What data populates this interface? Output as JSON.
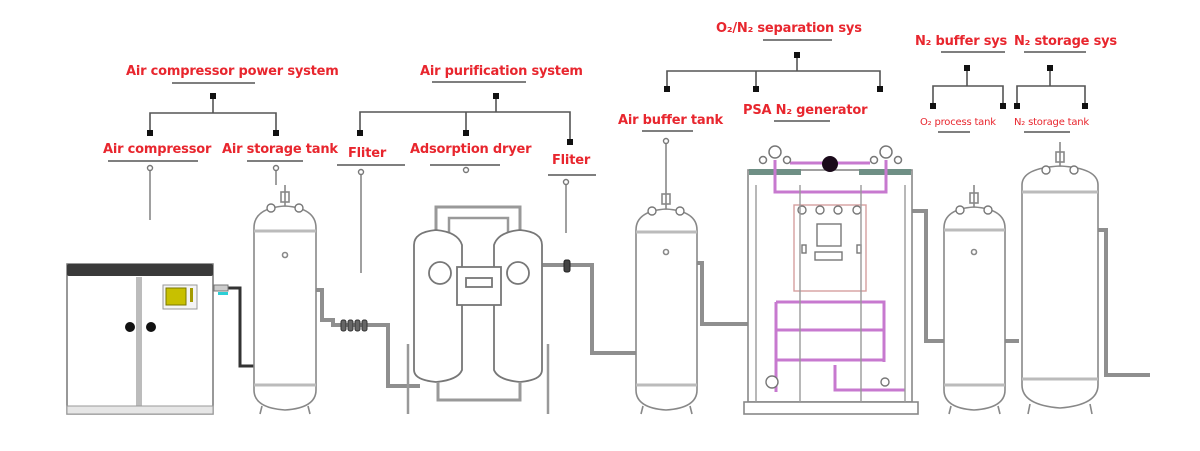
{
  "diagram": {
    "title": "Nitrogen generation process flow",
    "colors": {
      "label": "#e8262e",
      "line": "#555555",
      "pipe": "#8a8a8a",
      "pipe_purple": "#c779cf",
      "compressor_top": "#3a3a3a",
      "screen": "#c8c000"
    },
    "groups": [
      {
        "id": "air-compressor-power-system",
        "label": "Air compressor power system",
        "children": [
          {
            "id": "air-compressor",
            "label": "Air compressor"
          },
          {
            "id": "air-storage-tank",
            "label": "Air storage tank"
          }
        ]
      },
      {
        "id": "air-purification-system",
        "label": "Air purification system",
        "children": [
          {
            "id": "filter-1",
            "label": "Fliter"
          },
          {
            "id": "adsorption-dryer",
            "label": "Adsorption dryer"
          },
          {
            "id": "filter-2",
            "label": "Fliter"
          }
        ]
      },
      {
        "id": "o2-n2-separation-sys",
        "label": "O₂/N₂ separation sys",
        "children": [
          {
            "id": "air-buffer-tank",
            "label": "Air buffer tank"
          },
          {
            "id": "psa-n2-generator",
            "label": "PSA N₂ generator"
          }
        ]
      },
      {
        "id": "n2-buffer-sys",
        "label": "N₂ buffer sys",
        "children": [
          {
            "id": "o2-process-tank",
            "label": "O₂ process tank"
          }
        ]
      },
      {
        "id": "n2-storage-sys",
        "label": "N₂ storage sys",
        "children": [
          {
            "id": "n2-storage-tank",
            "label": "N₂ storage tank"
          }
        ]
      }
    ],
    "equipment": [
      "air-compressor",
      "air-storage-tank",
      "inline-filter",
      "adsorption-dryer",
      "outlet-filter",
      "air-buffer-tank",
      "psa-n2-generator",
      "o2-process-tank",
      "n2-storage-tank"
    ]
  }
}
